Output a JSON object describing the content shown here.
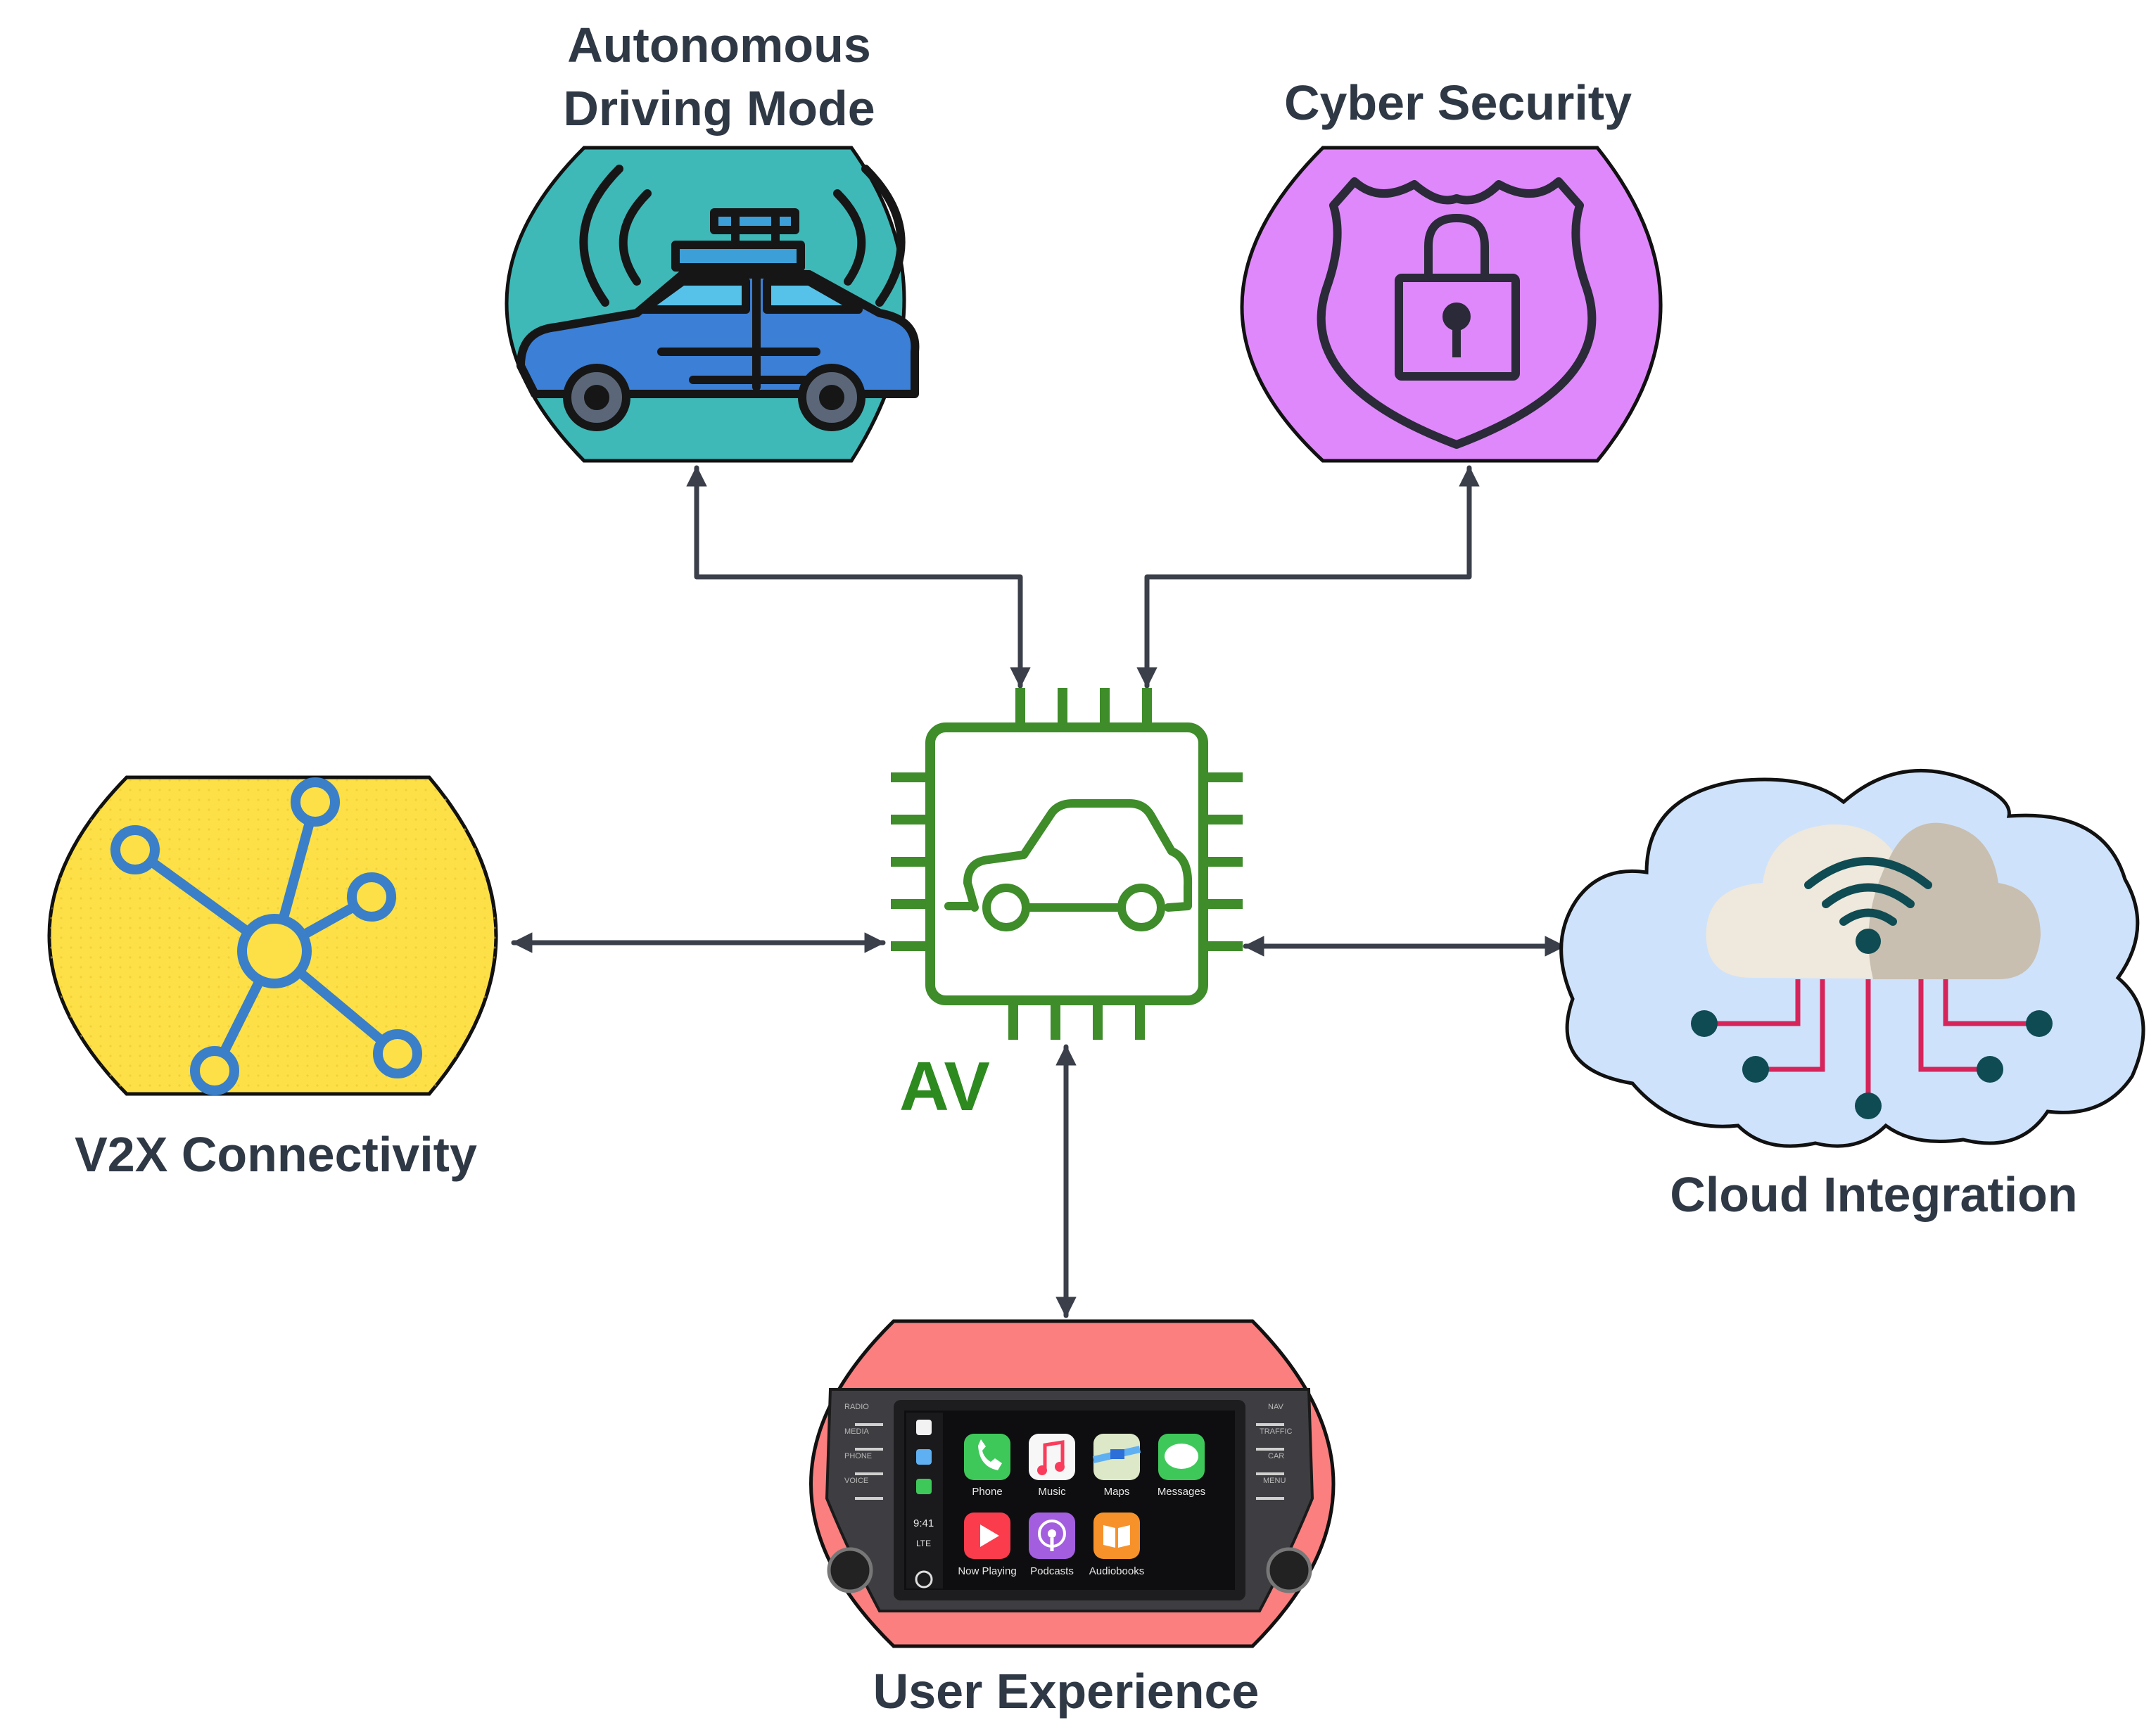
{
  "center": {
    "label": "AV"
  },
  "nodes": {
    "autonomous": {
      "title_line1": "Autonomous",
      "title_line2": "Driving Mode",
      "color": "#3fb8b8"
    },
    "cyber": {
      "title": "Cyber Security",
      "color": "#df88fb"
    },
    "v2x": {
      "title": "V2X Connectivity",
      "color": "#fde047"
    },
    "cloud": {
      "title": "Cloud Integration",
      "color": "#cfe2fb"
    },
    "ux": {
      "title": "User Experience",
      "color": "#fb7f7f"
    }
  },
  "carplay": {
    "time": "9:41",
    "network": "LTE",
    "apps": [
      "Phone",
      "Music",
      "Maps",
      "Messages",
      "Now Playing",
      "Podcasts",
      "Audiobooks"
    ],
    "left_buttons": [
      "RADIO",
      "MEDIA",
      "PHONE",
      "VOICE"
    ],
    "right_buttons": [
      "NAV",
      "TRAFFIC",
      "CAR",
      "MENU"
    ]
  },
  "colors": {
    "edge": "#3a3f4a",
    "chip": "#3e8c2a",
    "label": "#2f3845"
  }
}
